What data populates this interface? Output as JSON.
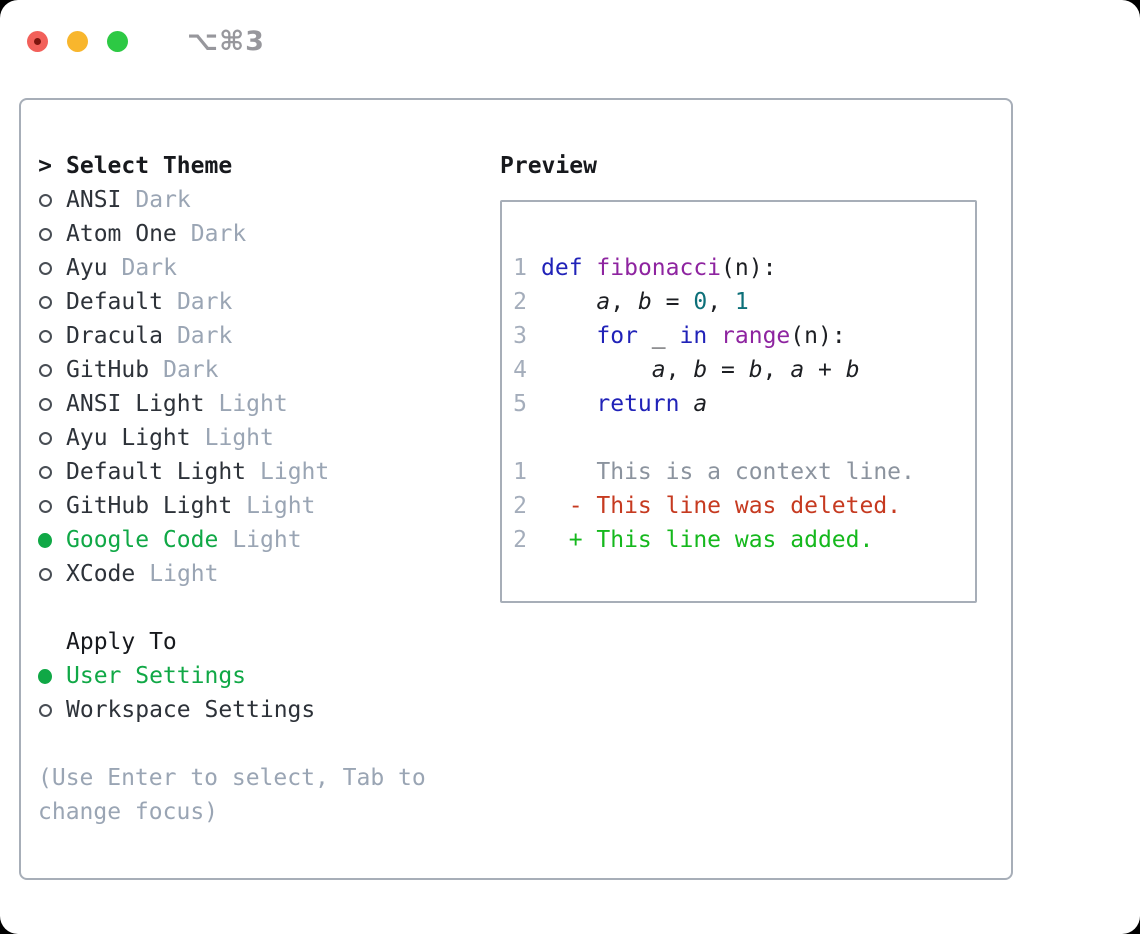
{
  "colors": {
    "border": "#a7aeb8",
    "header-text": "#17191d",
    "text-dark": "#2d3239",
    "muted": "#9aa5b4",
    "accent-green": "#10a846",
    "traffic-red": "#f2605a",
    "traffic-red-dot": "#7d150f",
    "traffic-yellow": "#f8b62d",
    "traffic-green": "#2dc944",
    "shortcut-gray": "#97979c",
    "kw": "#2022b8",
    "fn": "#8e24a0",
    "lit": "#0d7079",
    "code-text": "#1d1f23",
    "line-num": "#a4adbb",
    "diff-context": "#8b939e",
    "diff-deleted": "#c63a20",
    "diff-added": "#15b81d"
  },
  "titlebar": {
    "shortcut": "⌥⌘3"
  },
  "icons": {
    "radio_unselected": "○",
    "radio_selected": "●"
  },
  "theme_list": {
    "header_prefix": ">",
    "header": "Select Theme",
    "items": [
      {
        "name": "ANSI",
        "variant": "Dark",
        "selected": false
      },
      {
        "name": "Atom One",
        "variant": "Dark",
        "selected": false
      },
      {
        "name": "Ayu",
        "variant": "Dark",
        "selected": false
      },
      {
        "name": "Default",
        "variant": "Dark",
        "selected": false
      },
      {
        "name": "Dracula",
        "variant": "Dark",
        "selected": false
      },
      {
        "name": "GitHub",
        "variant": "Dark",
        "selected": false
      },
      {
        "name": "ANSI Light",
        "variant": "Light",
        "selected": false
      },
      {
        "name": "Ayu Light",
        "variant": "Light",
        "selected": false
      },
      {
        "name": "Default Light",
        "variant": "Light",
        "selected": false
      },
      {
        "name": "GitHub Light",
        "variant": "Light",
        "selected": false
      },
      {
        "name": "Google Code",
        "variant": "Light",
        "selected": true
      },
      {
        "name": "XCode",
        "variant": "Light",
        "selected": false
      }
    ]
  },
  "apply_to": {
    "header": "Apply To",
    "options": [
      {
        "label": "User Settings",
        "selected": true
      },
      {
        "label": "Workspace Settings",
        "selected": false
      }
    ]
  },
  "hint": "(Use Enter to select, Tab to change focus)",
  "preview": {
    "header": "Preview",
    "code_lines": [
      {
        "num": "1",
        "tokens": [
          {
            "t": "def",
            "c": "kw"
          },
          {
            "t": " "
          },
          {
            "t": "fibonacci",
            "c": "fn"
          },
          {
            "t": "(n):"
          }
        ]
      },
      {
        "num": "2",
        "tokens": [
          {
            "t": "    "
          },
          {
            "t": "a",
            "c": "var"
          },
          {
            "t": ", "
          },
          {
            "t": "b",
            "c": "var"
          },
          {
            "t": " = "
          },
          {
            "t": "0",
            "c": "lit"
          },
          {
            "t": ", "
          },
          {
            "t": "1",
            "c": "lit"
          }
        ]
      },
      {
        "num": "3",
        "tokens": [
          {
            "t": "    "
          },
          {
            "t": "for",
            "c": "kw"
          },
          {
            "t": " _ "
          },
          {
            "t": "in",
            "c": "kw"
          },
          {
            "t": " "
          },
          {
            "t": "range",
            "c": "fn"
          },
          {
            "t": "(n):"
          }
        ]
      },
      {
        "num": "4",
        "tokens": [
          {
            "t": "        "
          },
          {
            "t": "a",
            "c": "var"
          },
          {
            "t": ", "
          },
          {
            "t": "b",
            "c": "var"
          },
          {
            "t": " = "
          },
          {
            "t": "b",
            "c": "var"
          },
          {
            "t": ", "
          },
          {
            "t": "a",
            "c": "var"
          },
          {
            "t": " + "
          },
          {
            "t": "b",
            "c": "var"
          }
        ]
      },
      {
        "num": "5",
        "tokens": [
          {
            "t": "    "
          },
          {
            "t": "return",
            "c": "kw"
          },
          {
            "t": " "
          },
          {
            "t": "a",
            "c": "var"
          }
        ]
      }
    ],
    "diff_lines": [
      {
        "num": "1",
        "text": "    This is a context line.",
        "type": "context"
      },
      {
        "num": "2",
        "text": "  - This line was deleted.",
        "type": "deleted"
      },
      {
        "num": "2",
        "text": "  + This line was added.",
        "type": "added"
      }
    ]
  }
}
